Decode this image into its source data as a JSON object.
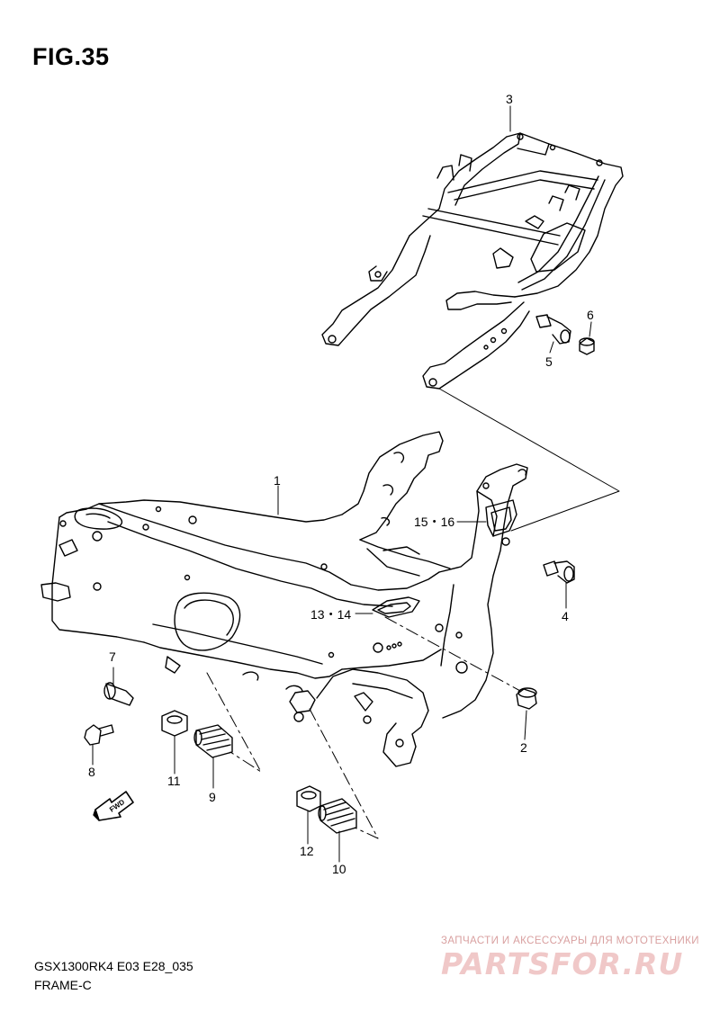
{
  "figure": {
    "title": "FIG.35"
  },
  "callouts": {
    "c1": "1",
    "c2": "2",
    "c3": "3",
    "c4": "4",
    "c5": "5",
    "c6": "6",
    "c7": "7",
    "c8": "8",
    "c9": "9",
    "c10": "10",
    "c11": "11",
    "c12": "12",
    "c13_14": "13・14",
    "c15_16": "15・16"
  },
  "footer": {
    "model_code": "GSX1300RK4 E03 E28_035",
    "section_name": "FRAME-C"
  },
  "fwd_arrow": {
    "label": "FWD"
  },
  "watermark": {
    "tagline": "ЗАПЧАСТИ И АКСЕССУАРЫ ДЛЯ МОТОТЕХНИКИ",
    "brand": "PARTSFOR.RU"
  }
}
